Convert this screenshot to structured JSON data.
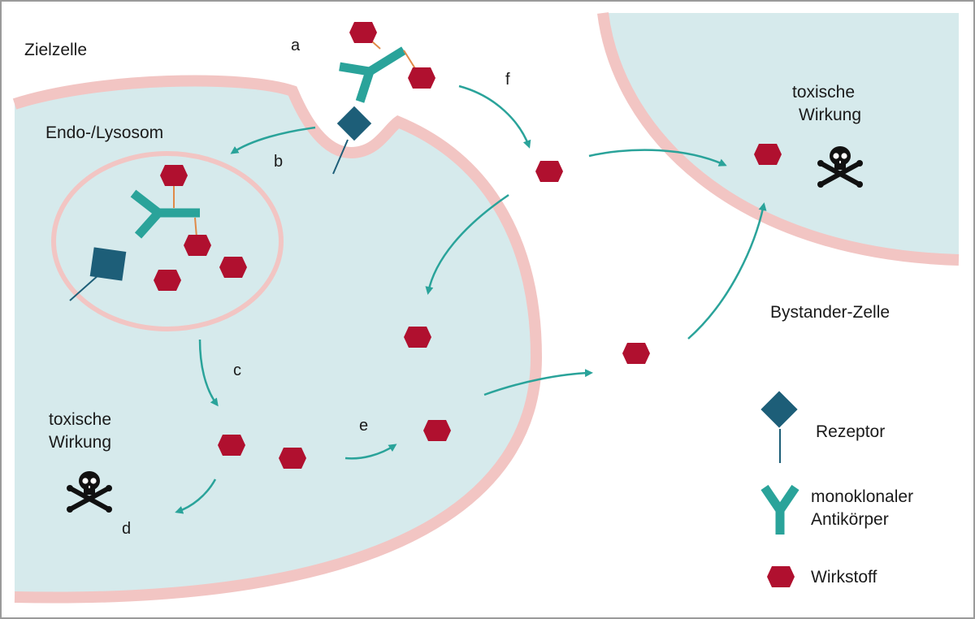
{
  "labels": {
    "target_cell": "Zielzelle",
    "endo_lysosome": "Endo-/Lysosom",
    "bystander_cell": "Bystander-Zelle",
    "toxic_effect_line1": "toxische",
    "toxic_effect_line2": "Wirkung",
    "step_a": "a",
    "step_b": "b",
    "step_c": "c",
    "step_d": "d",
    "step_e": "e",
    "step_f": "f"
  },
  "legend": {
    "receptor": "Rezeptor",
    "antibody_line1": "monoklonaler",
    "antibody_line2": "Antikörper",
    "drug": "Wirkstoff"
  },
  "colors": {
    "cell_fill": "#d6eaec",
    "membrane": "#f2c5c3",
    "receptor": "#1d5e78",
    "antibody": "#2aa39a",
    "drug": "#b0102f",
    "arrow": "#2aa39a",
    "linker": "#e08a48",
    "border": "#9a9a9a"
  },
  "icons": [
    "skull-crossbones-icon",
    "receptor-icon",
    "antibody-icon",
    "drug-hexagon-icon"
  ]
}
